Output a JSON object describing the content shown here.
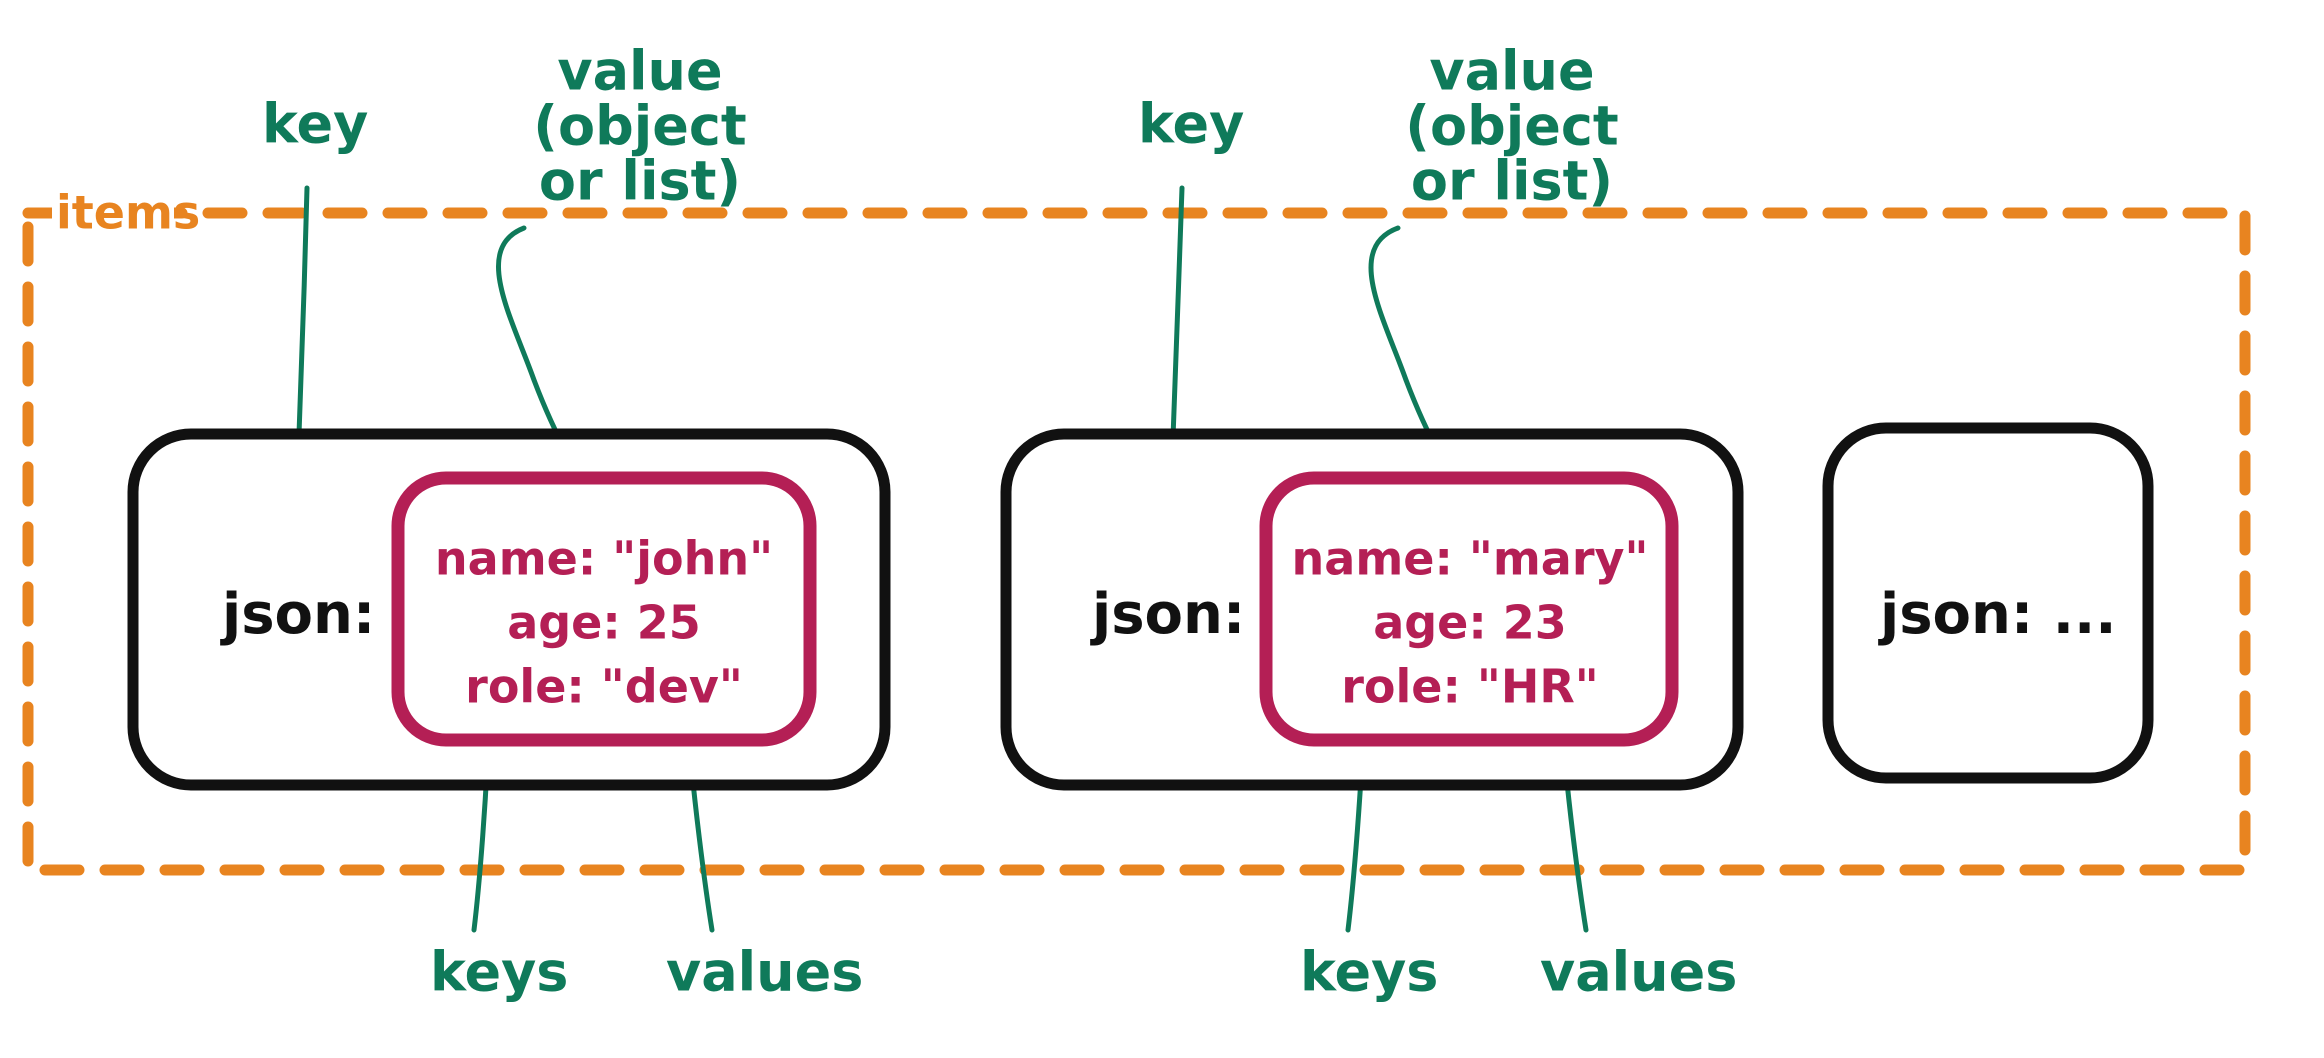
{
  "diagram": {
    "title": "items container with json objects",
    "colors": {
      "annotation_green": "#0f7a5a",
      "container_orange": "#e88420",
      "inner_crimson": "#b41f55",
      "card_black": "#111111",
      "background": "#ffffff"
    },
    "container": {
      "label": "items",
      "style": "dashed"
    },
    "annotations": {
      "key_label": "key",
      "value_label_line1": "value",
      "value_label_line2": "(object",
      "value_label_line3": "or list)",
      "keys_label": "keys",
      "values_label": "values"
    },
    "cards": [
      {
        "id": "card-1",
        "json_label": "json:",
        "has_inner": true,
        "pairs": [
          {
            "key": "name:",
            "value": "\"john\"",
            "line": "name: \"john\""
          },
          {
            "key": "age:",
            "value": "25",
            "line": "age: 25"
          },
          {
            "key": "role:",
            "value": "\"dev\"",
            "line": "role: \"dev\""
          }
        ],
        "annotations": {
          "key": "key",
          "value": [
            "value",
            "(object",
            "or list)"
          ],
          "keys": "keys",
          "values": "values"
        }
      },
      {
        "id": "card-2",
        "json_label": "json:",
        "has_inner": true,
        "pairs": [
          {
            "key": "name:",
            "value": "\"mary\"",
            "line": "name: \"mary\""
          },
          {
            "key": "age:",
            "value": "23",
            "line": "age: 23"
          },
          {
            "key": "role:",
            "value": "\"HR\"",
            "line": "role: \"HR\""
          }
        ],
        "annotations": {
          "key": "key",
          "value": [
            "value",
            "(object",
            "or list)"
          ],
          "keys": "keys",
          "values": "values"
        }
      },
      {
        "id": "card-3",
        "json_label": "json:  ...",
        "has_inner": false,
        "pairs": [],
        "annotations": {}
      }
    ]
  }
}
